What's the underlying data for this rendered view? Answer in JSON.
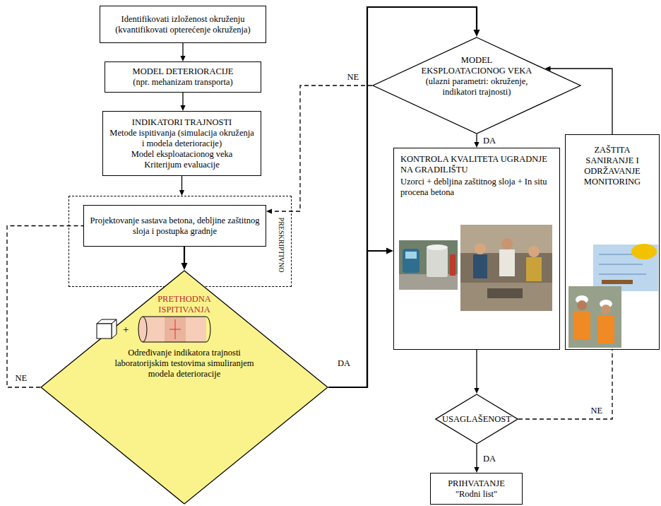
{
  "diagram": {
    "nodes": [
      {
        "text": [
          "Identifikovati izloženost okruženju",
          "(kvantifikovati opterećenje okruženja)"
        ]
      },
      {
        "text": [
          "MODEL DETERIORACIJE",
          "(npr. mehanizam transporta)"
        ]
      },
      {
        "text": [
          "INDIKATORI TRAJNOSTI",
          "Metode ispitivanja (simulacija okruženja i modela deterioracije)",
          "Model eksploatacionog veka",
          "Kriterijum evaluacije"
        ]
      },
      {
        "text": [
          "PRESKRIPTIVNO"
        ]
      },
      {
        "text": [
          "Projektovanje sastava betona, debljine zaštitnog sloja i postupka gradnje"
        ],
        "in": 3
      },
      {
        "text": [
          "PRETHODNA ISPITIVANJA",
          "Određivanje indikatora trajnosti laboratorijskim testovima simuliranjem modela deterioracije"
        ]
      },
      {
        "text": [
          "MODEL EKSPLOATACIONOG VEKA",
          "(ulazni parametri: okruženje, indikatori trajnosti)"
        ]
      },
      {
        "text": [
          "KONTROLA KVALITETA UGRADNJE NA GRADILIŠTU",
          "Uzorci + debljina zaštitnog sloja + In situ procena betona"
        ]
      },
      {
        "text": [
          "ZAŠTITA SANIRANJE I ODRŽAVANJE MONITORING"
        ]
      },
      {
        "text": [
          "USAGLAŠENOST"
        ]
      },
      {
        "text": [
          "PRIHVATANJE",
          "\"Rodni list\""
        ]
      }
    ],
    "edges": [
      {
        "from": 0,
        "to": 1,
        "arrow": "to"
      },
      {
        "from": 1,
        "to": 2,
        "arrow": "to"
      },
      {
        "from": 2,
        "to": 3,
        "arrow": "to"
      },
      {
        "from": 4,
        "to": 5,
        "arrow": "to"
      },
      {
        "from": 5,
        "to": 4,
        "label": "NE",
        "arrow": "none"
      },
      {
        "from": 5,
        "to": 6,
        "label": "DA",
        "arrow": "to"
      },
      {
        "from": 5,
        "to": 7,
        "arrow": "to"
      },
      {
        "from": 6,
        "to": 4,
        "label": "NE",
        "arrow": "to"
      },
      {
        "from": 6,
        "to": 7,
        "label": "DA",
        "arrow": "to"
      },
      {
        "from": 7,
        "to": 9,
        "arrow": "to"
      },
      {
        "from": 9,
        "to": 10,
        "label": "DA",
        "arrow": "to"
      },
      {
        "from": 9,
        "to": 8,
        "label": "NE",
        "arrow": "none"
      },
      {
        "from": 8,
        "to": 6,
        "arrow": "to"
      }
    ],
    "labels": [
      "+"
    ]
  }
}
